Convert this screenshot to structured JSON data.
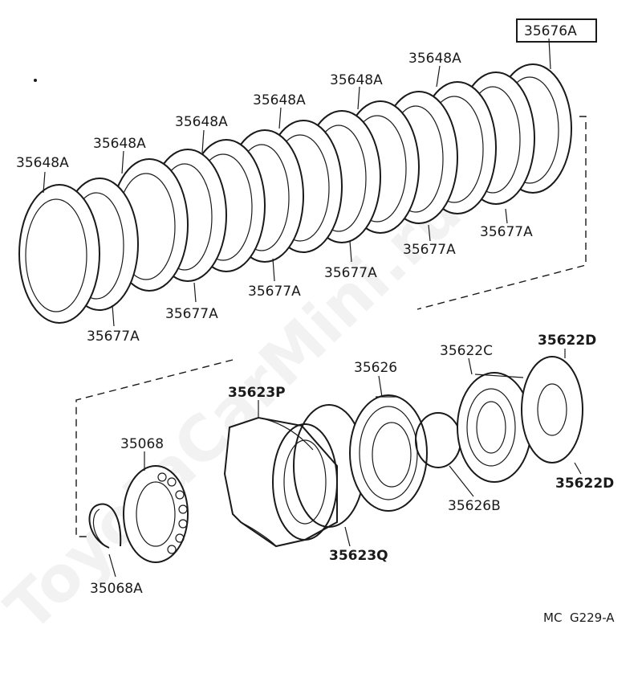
{
  "watermark": "ToyotaCarMini.ru",
  "diagram_code": "MC  G229-A",
  "labels": {
    "boxed": "35676A",
    "plate_lbl_1": "35648A",
    "plate_lbl_2": "35648A",
    "plate_lbl_3": "35648A",
    "plate_lbl_4": "35648A",
    "plate_lbl_5": "35648A",
    "plate_lbl_6": "35648A",
    "disc_lbl_1": "35677A",
    "disc_lbl_2": "35677A",
    "disc_lbl_3": "35677A",
    "disc_lbl_4": "35677A",
    "disc_lbl_5": "35677A",
    "disc_lbl_6": "35677A",
    "p35623P": "35623P",
    "p35626": "35626",
    "p35622C": "35622C",
    "p35622D_top": "35622D",
    "p35068": "35068",
    "p35068A": "35068A",
    "p35623Q": "35623Q",
    "p35626B": "35626B",
    "p35622D_bottom": "35622D"
  }
}
